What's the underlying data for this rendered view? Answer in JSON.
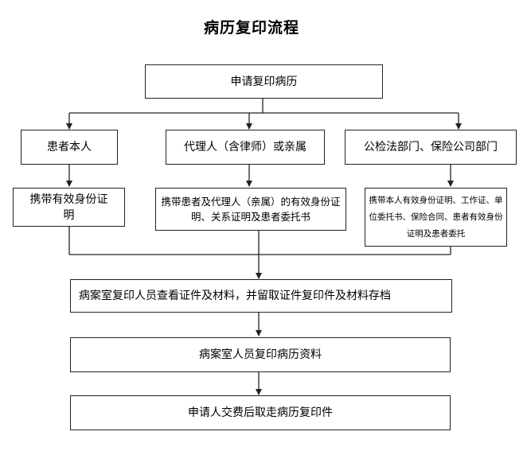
{
  "title": "病历复印流程",
  "nodes": {
    "apply": "申请复印病历",
    "patient": "患者本人",
    "agent": "代理人（含律师）或亲属",
    "legal": "公检法部门、保险公司部门",
    "patient_docs": "携带有效身份证明",
    "agent_docs": "携带患者及代理人（亲属）的有效身份证明、关系证明及患者委托书",
    "legal_docs": "携带本人有效身份证明、工作证、单位委托书、保险合同、患者有效身份证明及患者委托",
    "check": "病案室复印人员查看证件及材料，并留取证件复印件及材料存档",
    "copy": "病案室人员复印病历资料",
    "pickup": "申请人交费后取走病历复印件"
  }
}
